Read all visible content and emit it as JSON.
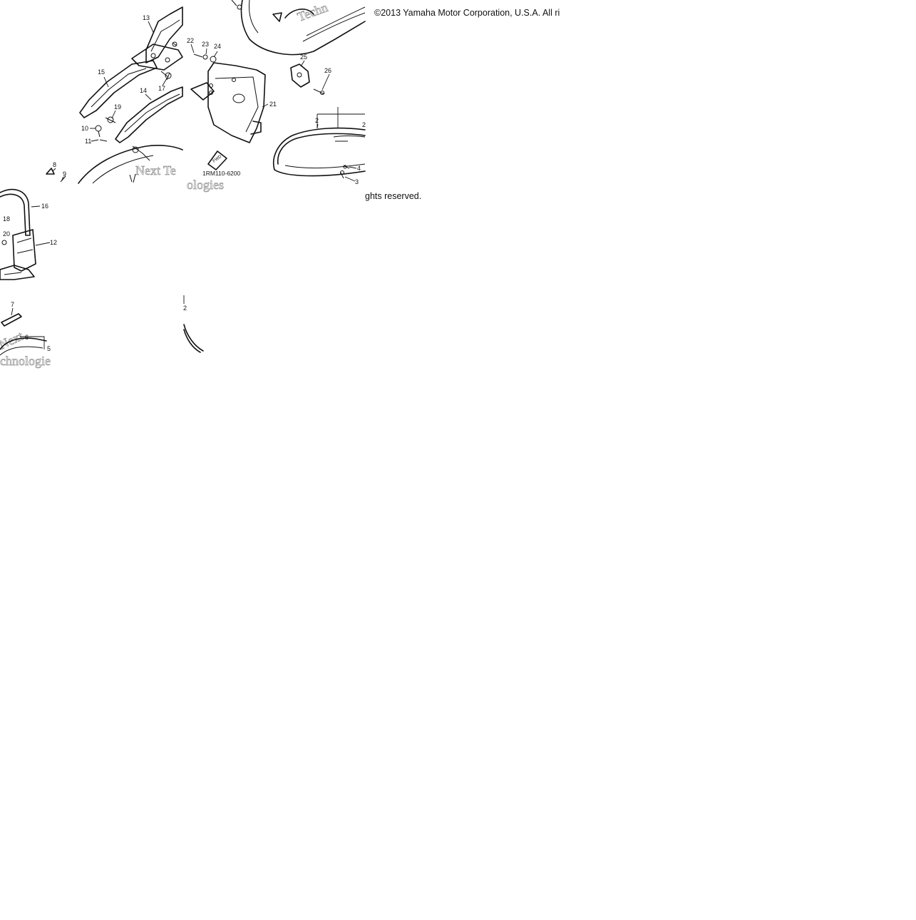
{
  "copyright_top": "©2013 Yamaha Motor Corporation, U.S.A. All ri",
  "copyright_bottom": "ghts reserved.",
  "diagram_code": "1RM110-6200",
  "fwd_label": "FWD",
  "watermarks": [
    "Techn",
    "Next Te",
    "ologies",
    "Next",
    "chnologie"
  ],
  "callouts": [
    {
      "label": "13"
    },
    {
      "label": "22"
    },
    {
      "label": "23"
    },
    {
      "label": "24"
    },
    {
      "label": "25"
    },
    {
      "label": "26"
    },
    {
      "label": "15"
    },
    {
      "label": "17"
    },
    {
      "label": "14"
    },
    {
      "label": "19"
    },
    {
      "label": "10"
    },
    {
      "label": "11"
    },
    {
      "label": "8"
    },
    {
      "label": "9"
    },
    {
      "label": "21"
    },
    {
      "label": "2"
    },
    {
      "label": "2"
    },
    {
      "label": "4"
    },
    {
      "label": "3"
    },
    {
      "label": "16"
    },
    {
      "label": "18"
    },
    {
      "label": "20"
    },
    {
      "label": "12"
    },
    {
      "label": "7"
    },
    {
      "label": "6"
    },
    {
      "label": "5"
    },
    {
      "label": "2"
    }
  ],
  "colors": {
    "ink": "#111111",
    "background": "#ffffff",
    "watermark": "#9a9a9a"
  }
}
